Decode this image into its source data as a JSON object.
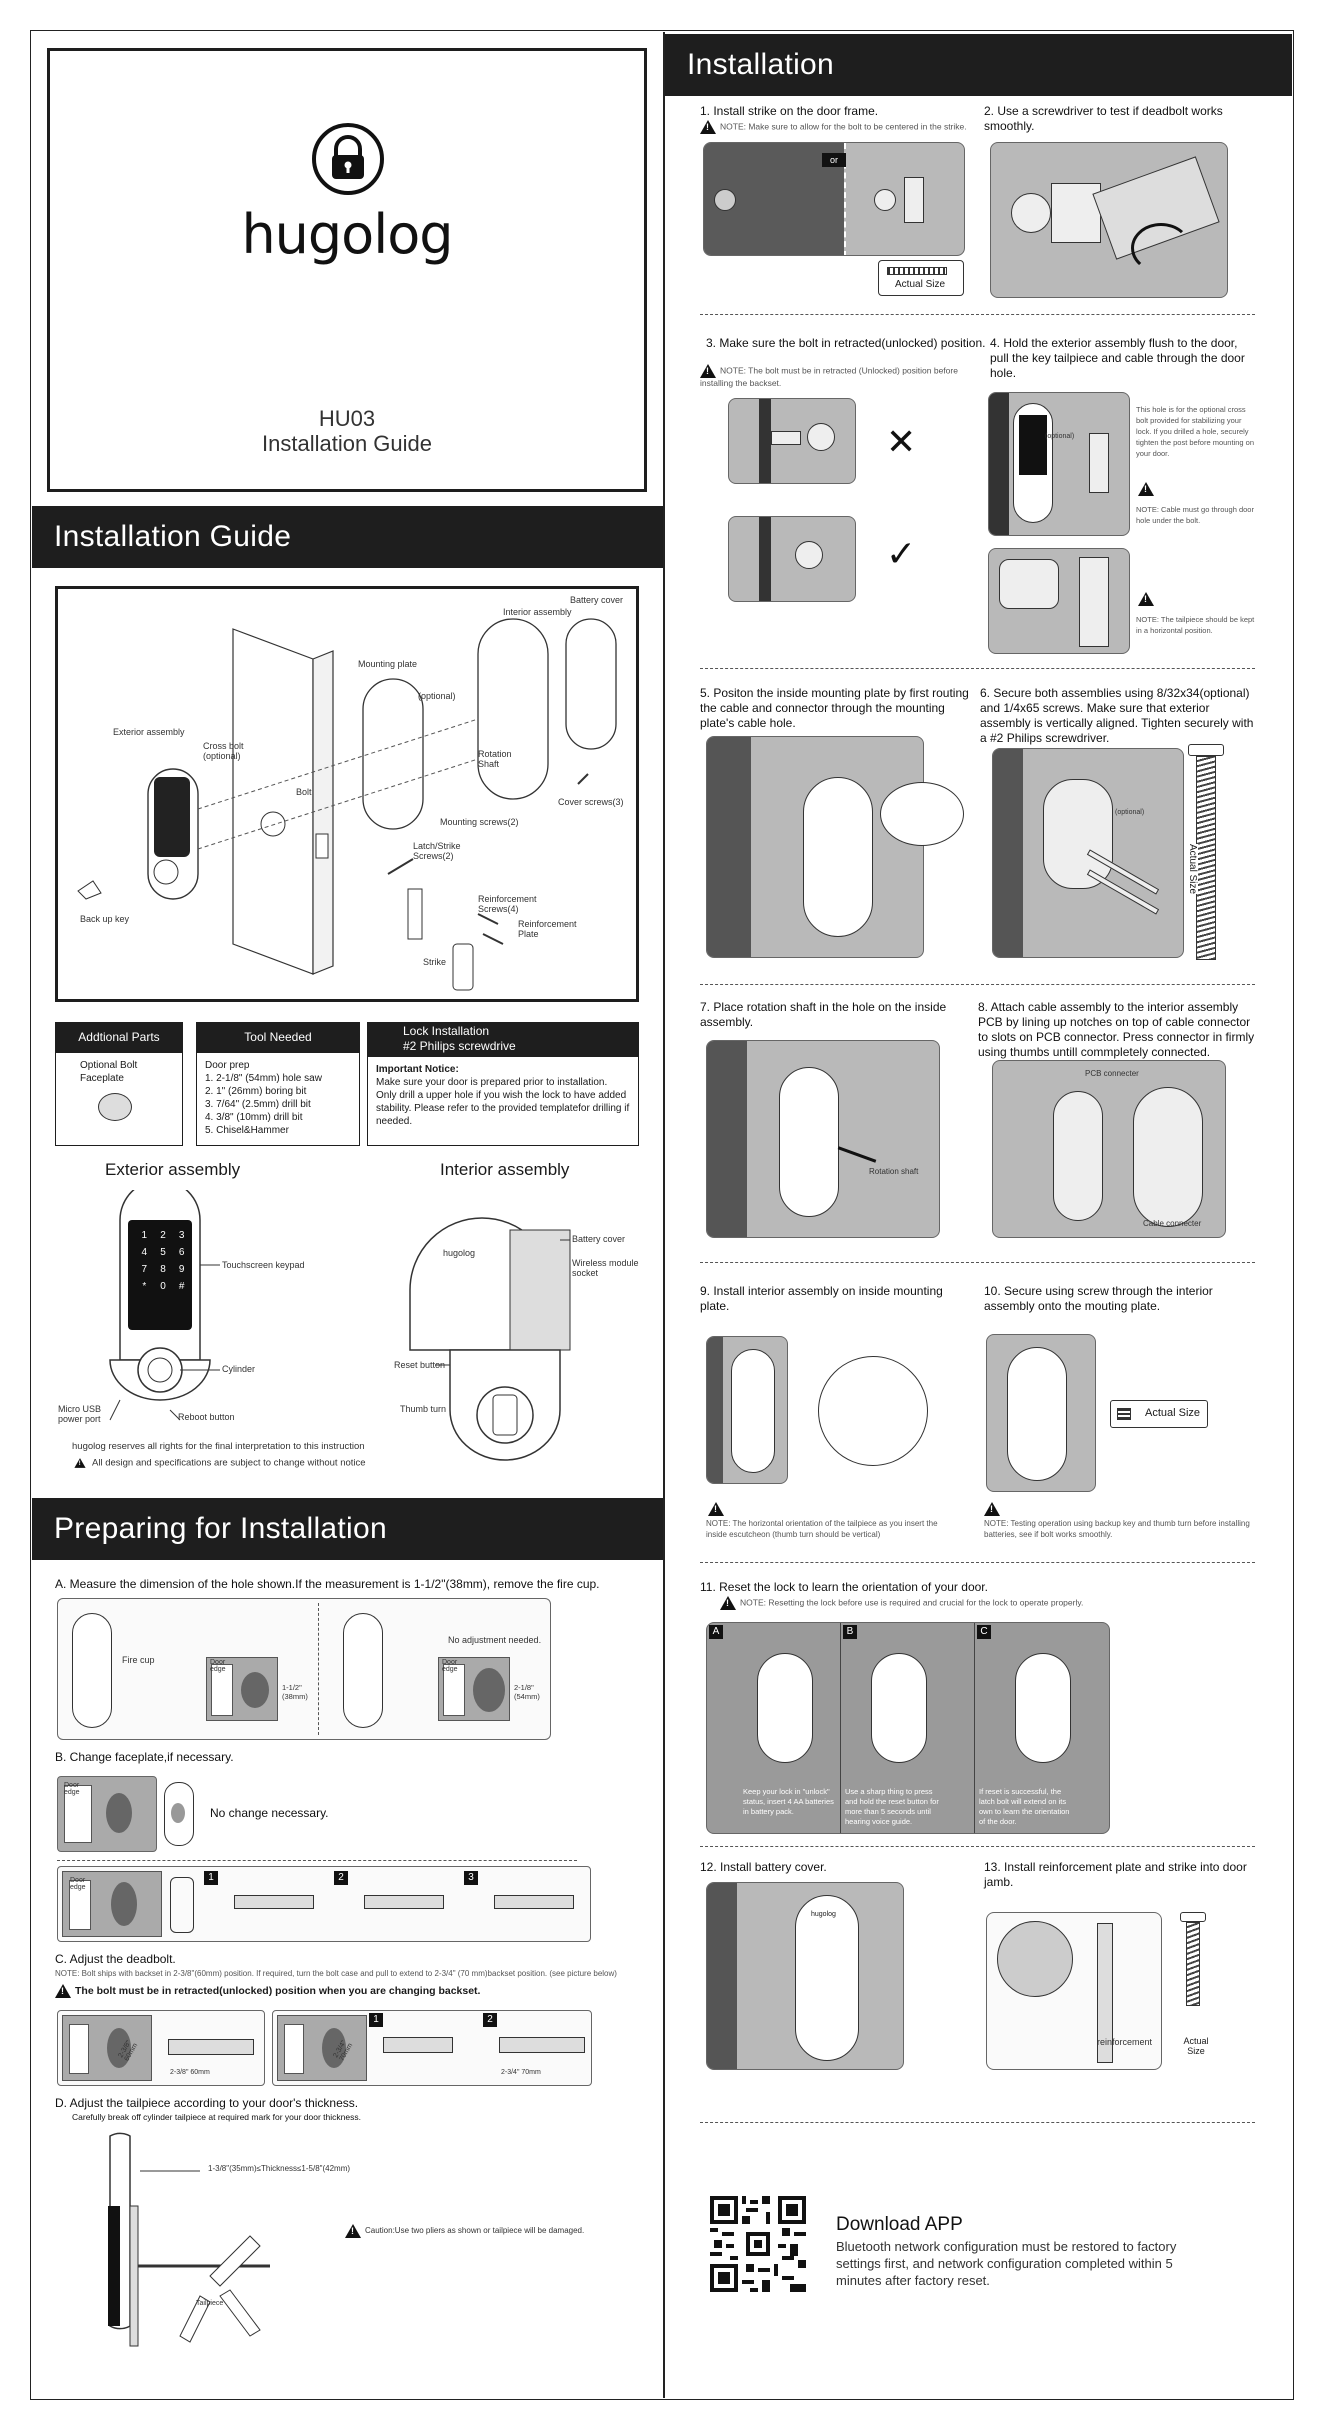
{
  "cover": {
    "brand": "hugolog",
    "model": "HU03",
    "subtitle": "Installation Guide"
  },
  "installation_guide": {
    "heading": "Installation Guide",
    "labels": {
      "battery_cover": "Battery cover",
      "interior_assembly": "Interior assembly",
      "mounting_plate": "Mounting plate",
      "optional": "(optional)",
      "exterior_assembly": "Exterior assembly",
      "cross_bolt": "Cross bolt (optional)",
      "bolt": "Bolt",
      "rotation_shaft": "Rotation Shaft",
      "cover_screws": "Cover screws(3)",
      "mounting_screws": "Mounting screws(2)",
      "latch_strike_screws": "Latch/Strike Screws(2)",
      "reinforcement_screws": "Reinforcement Screws(4)",
      "reinforcement_plate": "Reinforcement Plate",
      "strike": "Strike",
      "backup_key": "Back up key"
    },
    "additional_parts": {
      "title": "Addtional Parts",
      "item": "Optional Bolt Faceplate"
    },
    "tool_needed": {
      "title": "Tool Needed",
      "heading": "Door prep",
      "items": [
        "1. 2-1/8\" (54mm) hole saw",
        "2. 1\" (26mm) boring bit",
        "3. 7/64\" (2.5mm) drill bit",
        "4. 3/8\" (10mm) drill bit",
        "5. Chisel&Hammer"
      ]
    },
    "lock_installation": {
      "title_line1": "Lock Installation",
      "title_line2": "#2 Philips screwdrive",
      "notice_title": "Important Notice:",
      "notice_text": "Make sure your door is prepared prior to installation. Only drill a upper hole if you wish the lock to have added stability. Please refer to the provided templatefor drilling if needed."
    },
    "exterior": {
      "title": "Exterior assembly",
      "touchscreen": "Touchscreen keypad",
      "cylinder": "Cylinder",
      "usb": "Micro USB power port",
      "reboot": "Reboot button",
      "keys": [
        "1",
        "2",
        "3",
        "4",
        "5",
        "6",
        "7",
        "8",
        "9",
        "*",
        "0",
        "#"
      ]
    },
    "interior": {
      "title": "Interior assembly",
      "battery_cover": "Battery cover",
      "wireless": "Wireless module socket",
      "reset": "Reset button",
      "thumb": "Thumb turn"
    },
    "rights": "hugolog reserves all rights for the final interpretation to this instruction",
    "spec_note": "All design and specifications are subject to change without notice"
  },
  "preparing": {
    "heading": "Preparing for Installation",
    "a": "A. Measure the dimension of the hole shown.If the measurement is 1-1/2\"(38mm), remove the fire cup.",
    "a_fire_cup": "Fire cup",
    "a_door_edge": "Door edge",
    "a_size1": "1-1/2\" (38mm)",
    "a_no_adjust": "No adjustment needed.",
    "a_size2": "2-1/8\" (54mm)",
    "b": "B. Change faceplate,if necessary.",
    "b_no_change": "No change necessary.",
    "b_steps": [
      "1",
      "2",
      "3"
    ],
    "c": "C. Adjust the deadbolt.",
    "c_note": "NOTE: Bolt ships with backset in 2-3/8\"(60mm) position. If required, turn the bolt case and pull to extend to 2-3/4\" (70 mm)backset position. (see picture below)",
    "c_warning": "The bolt must be in retracted(unlocked) position when you are changing backset.",
    "c_size1": "2-3/8\" 60mm",
    "c_size2": "2-3/4\" 70mm",
    "d": "D. Adjust the tailpiece according to your door's thickness.",
    "d_sub": "Carefully break off cylinder tailpiece at required mark for your door thickness.",
    "d_thickness": "1-3/8\"(35mm)≤Thickness≤1-5/8\"(42mm)",
    "d_tailpiece": "Tailpiece",
    "d_caution": "Caution:Use two pliers as shown or tailpiece will be damaged."
  },
  "installation": {
    "heading": "Installation",
    "s1": "1. Install strike on the door frame.",
    "s1_note": "NOTE: Make sure to allow for the bolt to be centered in the strike.",
    "s1_or": "or",
    "s1_actual": "Actual Size",
    "s2": "2. Use a screwdriver to test if deadbolt works smoothly.",
    "s3": "3. Make sure the bolt in retracted(unlocked) position.",
    "s3_note": "NOTE: The bolt must be in retracted (Unlocked) position before installing the backset.",
    "s4": "4. Hold the exterior assembly flush to the door, pull the key tailpiece and cable through the door hole.",
    "s4_optional": "(optional)",
    "s4_hole": "This hole is for the optional cross bolt provided for stabilizing your lock. If you drilled a hole, securely tighten the post before mounting on your door.",
    "s4_cable": "NOTE: Cable must go through door hole under the bolt.",
    "s4_tail": "NOTE: The tailpiece should be kept in a horizontal position.",
    "s5": "5. Positon the inside mounting plate by first routing the cable and connector through the mounting plate's cable hole.",
    "s6": "6. Secure both assemblies using 8/32x34(optional) and 1/4x65 screws. Make sure that exterior assembly is vertically aligned. Tighten securely with a #2 Philips screwdriver.",
    "s6_optional": "(optional)",
    "s6_actual": "Actual Size",
    "s7": "7. Place rotation shaft in the hole on the inside assembly.",
    "s7_label": "Rotation shaft",
    "s8": "8. Attach cable assembly to the interior assembly PCB by lining up notches on top of cable connector to slots on PCB connector. Press connector in firmly using thumbs untill commpletely connected.",
    "s8_pcb": "PCB connecter",
    "s8_cable": "Cable connecter",
    "s9": "9. Install interior assembly on inside mounting plate.",
    "s9_note": "NOTE: The horizontal orientation of the tailpiece as you insert the inside escutcheon (thumb turn should be vertical)",
    "s10": "10. Secure using screw through the interior assembly onto the mouting plate.",
    "s10_actual": "Actual Size",
    "s10_note": "NOTE: Testing operation using backup key and thumb turn before installing batteries, see if bolt works smoothly.",
    "s11": "11. Reset the lock to learn the orientation of your door.",
    "s11_note": "NOTE: Resetting the lock before use is required and crucial for the lock to operate properly.",
    "s11_panels": [
      {
        "letter": "A",
        "text": "Keep your lock in \"unlock\" status, insert 4 AA batteries in battery pack."
      },
      {
        "letter": "B",
        "text": "Use a sharp thing to press and hold the reset button for more than 5 seconds until hearing voice guide."
      },
      {
        "letter": "C",
        "text": "If reset is successful, the latch bolt will extend on its own to learn the orientation of the door."
      }
    ],
    "s12": "12. Install battery cover.",
    "s13": "13. Install reinforcement plate and strike into door jamb.",
    "s13_label": "reinforcement",
    "s13_actual": "Actual Size"
  },
  "download": {
    "title": "Download APP",
    "text": "Bluetooth network configuration must be restored to factory settings first, and network configuration completed within 5 minutes after factory reset."
  }
}
